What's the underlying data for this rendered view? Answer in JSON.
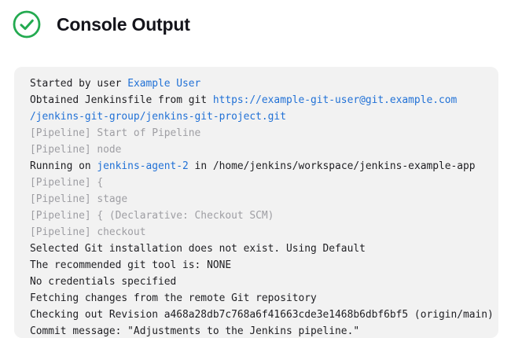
{
  "header": {
    "title": "Console Output",
    "status_icon": "success-check-icon"
  },
  "colors": {
    "success_green": "#23aa50",
    "link_blue": "#2171d6",
    "muted_gray": "#9e9ea3",
    "console_background": "#f2f2f2",
    "text": "#1e1e22"
  },
  "console": {
    "lines": [
      [
        {
          "text": "Started by user ",
          "type": "plain"
        },
        {
          "text": "Example User",
          "type": "link"
        }
      ],
      [
        {
          "text": "Obtained Jenkinsfile from git ",
          "type": "plain"
        },
        {
          "text": "https://example-git-user@git.example.com",
          "type": "link"
        }
      ],
      [
        {
          "text": "/jenkins-git-group/jenkins-git-project.git",
          "type": "link"
        }
      ],
      [
        {
          "text": "[Pipeline] Start of Pipeline",
          "type": "muted"
        }
      ],
      [
        {
          "text": "[Pipeline] node",
          "type": "muted"
        }
      ],
      [
        {
          "text": "Running on ",
          "type": "plain"
        },
        {
          "text": "jenkins-agent-2",
          "type": "link"
        },
        {
          "text": " in /home/jenkins/workspace/jenkins-example-app",
          "type": "plain"
        }
      ],
      [
        {
          "text": "[Pipeline] {",
          "type": "muted"
        }
      ],
      [
        {
          "text": "[Pipeline] stage",
          "type": "muted"
        }
      ],
      [
        {
          "text": "[Pipeline] { (Declarative: Checkout SCM)",
          "type": "muted"
        }
      ],
      [
        {
          "text": "[Pipeline] checkout",
          "type": "muted"
        }
      ],
      [
        {
          "text": "Selected Git installation does not exist. Using Default",
          "type": "plain"
        }
      ],
      [
        {
          "text": "The recommended git tool is: NONE",
          "type": "plain"
        }
      ],
      [
        {
          "text": "No credentials specified",
          "type": "plain"
        }
      ],
      [
        {
          "text": "Fetching changes from the remote Git repository",
          "type": "plain"
        }
      ],
      [
        {
          "text": "Checking out Revision a468a28db7c768a6f41663cde3e1468b6dbf6bf5 (origin/main)",
          "type": "plain"
        }
      ],
      [
        {
          "text": "Commit message: \"Adjustments to the Jenkins pipeline.\"",
          "type": "plain"
        }
      ]
    ]
  }
}
